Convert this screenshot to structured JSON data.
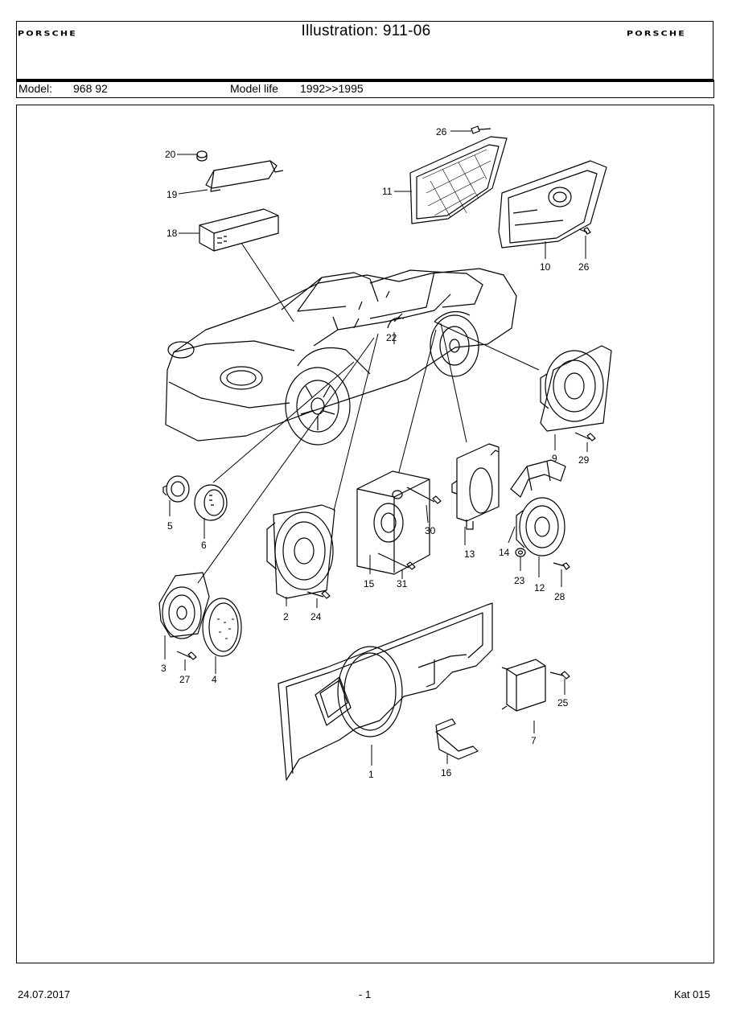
{
  "header": {
    "brand_left": "PORSCHE",
    "brand_right": "PORSCHE",
    "title": "Illustration: 911-06"
  },
  "model_row": {
    "model_label": "Model:",
    "model_value": "968 92",
    "life_label": "Model life",
    "life_value": "1992>>1995"
  },
  "callouts": {
    "c1": "1",
    "c2": "2",
    "c3": "3",
    "c4": "4",
    "c5": "5",
    "c6": "6",
    "c7": "7",
    "c9": "9",
    "c10": "10",
    "c11": "11",
    "c12": "12",
    "c13": "13",
    "c14": "14",
    "c15": "15",
    "c16": "16",
    "c18": "18",
    "c19": "19",
    "c20": "20",
    "c22": "22",
    "c23": "23",
    "c24": "24",
    "c25": "25",
    "c26a": "26",
    "c26b": "26",
    "c27": "27",
    "c28": "28",
    "c29": "29",
    "c30": "30",
    "c31": "31"
  },
  "footer": {
    "date": "24.07.2017",
    "page": "- 1",
    "catalog": "Kat 015"
  }
}
